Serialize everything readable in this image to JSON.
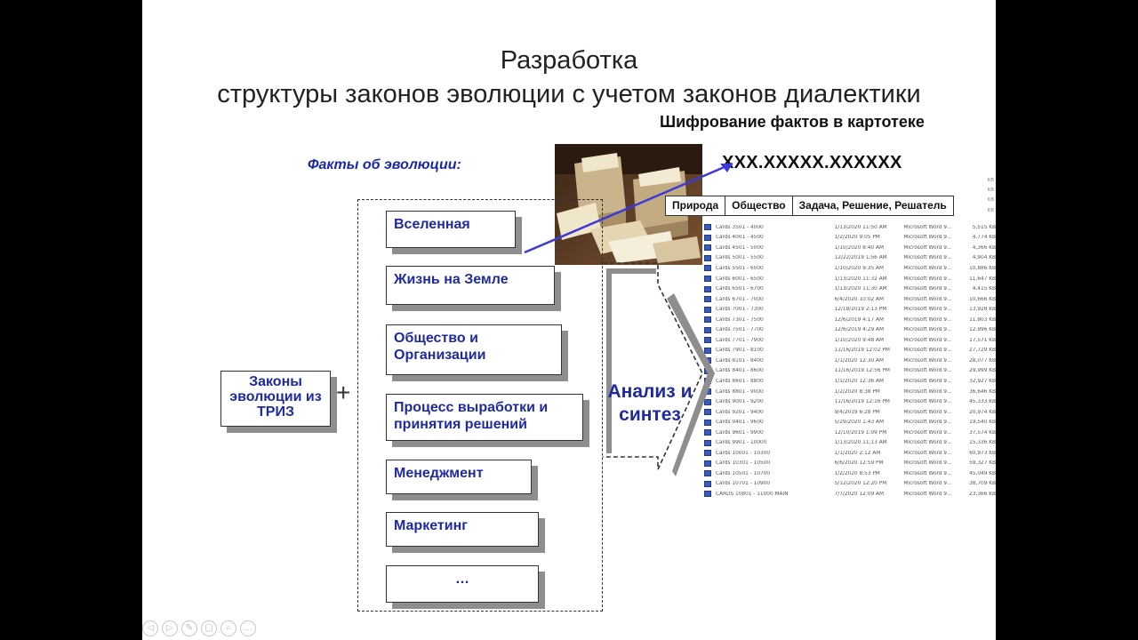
{
  "slide": {
    "title_line1": "Разработка",
    "title_line2": "структуры законов эволюции с учетом законов диалектики",
    "cipher_title": "Шифрование фактов в картотеке",
    "cipher_code": "XXX.XXXXX.XXXXXX",
    "facts_label": "Факты об эволюции:",
    "categories": [
      "Вселенная",
      "Жизнь на Земле",
      "Общество и Организации",
      "Процесс выработки и принятия решений",
      "Менеджмент",
      "Маркетинг",
      "…"
    ],
    "laws_label": "Законы эволюции из ТРИЗ",
    "plus": "+",
    "analysis_label": "Анализ и синтез",
    "table_headers": [
      "Природа",
      "Общество",
      "Задача, Решение, Решатель"
    ]
  },
  "file_list": {
    "rows": [
      {
        "name": "Cards 3501 - 4000",
        "date": "1/13/2020 11:50 AM",
        "type": "Microsoft Word 9...",
        "size": "5,515 KB"
      },
      {
        "name": "Cards 4001 - 4500",
        "date": "1/2/2020 9:05 PM",
        "type": "Microsoft Word 9...",
        "size": "4,774 KB"
      },
      {
        "name": "Cards 4501 - 5000",
        "date": "1/10/2020 8:40 AM",
        "type": "Microsoft Word 9...",
        "size": "4,366 KB"
      },
      {
        "name": "Cards 5001 - 5500",
        "date": "12/22/2019 1:56 AM",
        "type": "Microsoft Word 9...",
        "size": "4,904 KB"
      },
      {
        "name": "Cards 5501 - 6000",
        "date": "1/10/2020 9:35 AM",
        "type": "Microsoft Word 9...",
        "size": "10,886 KB"
      },
      {
        "name": "Cards 6001 - 6500",
        "date": "1/13/2020 11:32 AM",
        "type": "Microsoft Word 9...",
        "size": "11,647 KB"
      },
      {
        "name": "Cards 6501 - 6700",
        "date": "1/13/2020 11:30 AM",
        "type": "Microsoft Word 9...",
        "size": "4,415 KB"
      },
      {
        "name": "Cards 6701 - 7000",
        "date": "6/4/2020 10:02 AM",
        "type": "Microsoft Word 9...",
        "size": "10,666 KB"
      },
      {
        "name": "Cards 7001 - 7300",
        "date": "12/18/2019 2:13 PM",
        "type": "Microsoft Word 9...",
        "size": "13,928 KB"
      },
      {
        "name": "Cards 7301 - 7500",
        "date": "12/6/2019 4:17 AM",
        "type": "Microsoft Word 9...",
        "size": "11,803 KB"
      },
      {
        "name": "Cards 7501 - 7700",
        "date": "12/6/2019 4:29 AM",
        "type": "Microsoft Word 9...",
        "size": "12,996 KB"
      },
      {
        "name": "Cards 7701 - 7900",
        "date": "1/10/2020 9:48 AM",
        "type": "Microsoft Word 9...",
        "size": "17,571 KB"
      },
      {
        "name": "Cards 7901 - 8100",
        "date": "11/16/2019 12:02 PM",
        "type": "Microsoft Word 9...",
        "size": "27,729 KB"
      },
      {
        "name": "Cards 8101 - 8400",
        "date": "1/1/2020 12:30 AM",
        "type": "Microsoft Word 9...",
        "size": "28,077 KB"
      },
      {
        "name": "Cards 8401 - 8600",
        "date": "11/16/2019 12:56 PM",
        "type": "Microsoft Word 9...",
        "size": "29,999 KB"
      },
      {
        "name": "Cards 8601 - 8800",
        "date": "1/1/2020 12:36 AM",
        "type": "Microsoft Word 9...",
        "size": "32,927 KB"
      },
      {
        "name": "Cards 8801 - 9000",
        "date": "1/2/2020 8:38 PM",
        "type": "Microsoft Word 9...",
        "size": "36,646 KB"
      },
      {
        "name": "Cards 9001 - 9200",
        "date": "11/16/2019 12:16 PM",
        "type": "Microsoft Word 9...",
        "size": "45,333 KB"
      },
      {
        "name": "Cards 9201 - 9400",
        "date": "9/4/2019 6:28 PM",
        "type": "Microsoft Word 9...",
        "size": "20,974 KB"
      },
      {
        "name": "Cards 9401 - 9600",
        "date": "5/29/2020 1:43 AM",
        "type": "Microsoft Word 9...",
        "size": "19,540 KB"
      },
      {
        "name": "Cards 9601 - 9900",
        "date": "12/10/2019 1:09 PM",
        "type": "Microsoft Word 9...",
        "size": "37,574 KB"
      },
      {
        "name": "Cards 9901 - 10000",
        "date": "1/13/2020 11:13 AM",
        "type": "Microsoft Word 9...",
        "size": "15,336 KB"
      },
      {
        "name": "Cards 10001 - 10300",
        "date": "1/1/2020 2:12 AM",
        "type": "Microsoft Word 9...",
        "size": "60,973 KB"
      },
      {
        "name": "Cards 10301 - 10500",
        "date": "6/6/2020 12:59 PM",
        "type": "Microsoft Word 9...",
        "size": "59,327 KB"
      },
      {
        "name": "Cards 10501 - 10700",
        "date": "1/2/2020 8:53 PM",
        "type": "Microsoft Word 9...",
        "size": "45,049 KB"
      },
      {
        "name": "Cards 10701 - 10900",
        "date": "5/12/2020 12:20 PM",
        "type": "Microsoft Word 9...",
        "size": "38,709 KB"
      },
      {
        "name": "CARDS 10801 - 11000 MAIN",
        "date": "7/7/2020 12:09 AM",
        "type": "Microsoft Word 9...",
        "size": "23,366 KB"
      }
    ],
    "edge_sizes": [
      "KB",
      "KB",
      "KB",
      "KB"
    ]
  },
  "nav": {
    "buttons": [
      "◁",
      "▷",
      "✎",
      "▢",
      "⌕",
      "…"
    ]
  },
  "colors": {
    "accent_blue": "#1e2aa0",
    "arrow_line": "#3a3ad8",
    "shadow": "#8e8e8e"
  }
}
